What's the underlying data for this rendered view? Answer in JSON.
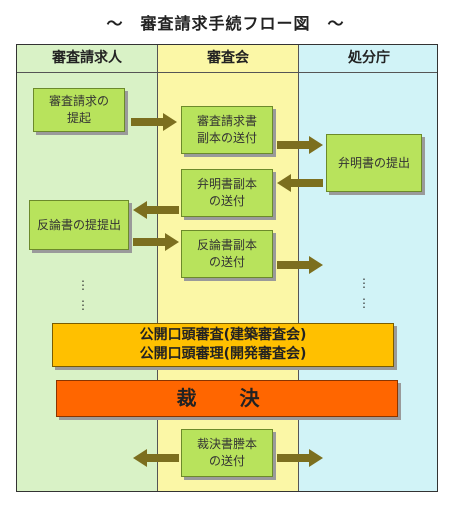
{
  "title": "～　審査請求手続フロー図　～",
  "columns": [
    "審査請求人",
    "審査会",
    "処分庁"
  ],
  "steps": {
    "request": "審査請求の\n提起",
    "send_request_copy": "審査請求書\n副本の送付",
    "submit_explanation": "弁明書の提出",
    "send_explanation_copy": "弁明書副本\nの送付",
    "submit_rebuttal": "反論書の提提出",
    "send_rebuttal_copy": "反論書副本\nの送付",
    "send_decision_copy": "裁決書謄本\nの送付"
  },
  "ellipsis": "⋮",
  "hearing": [
    "公開口頭審査(建築審査会)",
    "公開口頭審理(開発審査会)"
  ],
  "decision": "裁 決",
  "colors": {
    "col_applicant": "#d9f2c6",
    "col_board": "#fbf7a6",
    "col_agency": "#d1f3f7",
    "step_box": "#b8e35c",
    "arrow": "#7c6f1f",
    "hearing": "#ffc000",
    "decision": "#ff6600"
  }
}
